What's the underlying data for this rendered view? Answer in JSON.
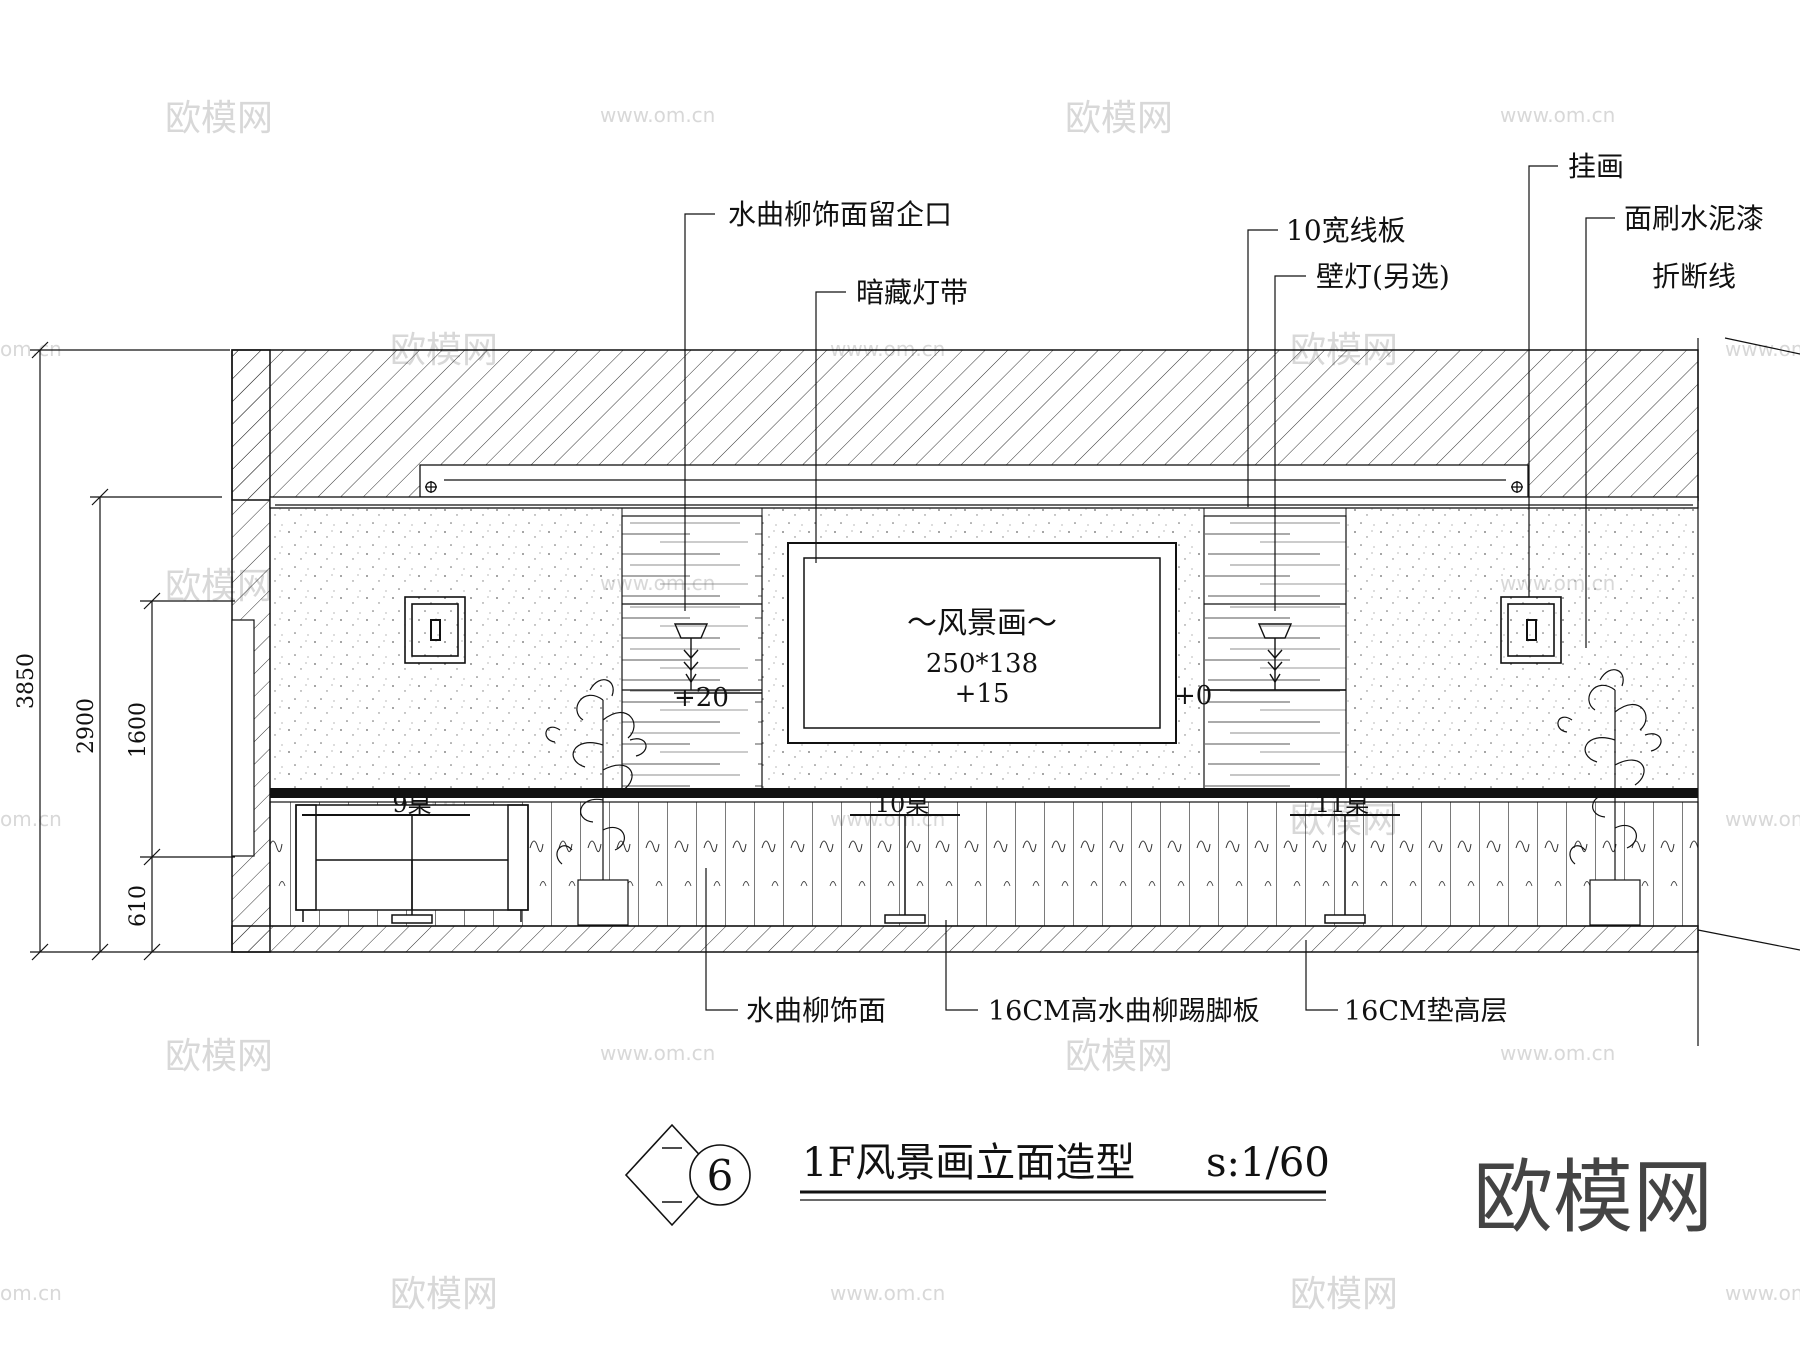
{
  "title": {
    "number": "6",
    "text": "1F风景画立面造型",
    "scale": "s:1/60"
  },
  "watermark": {
    "logo": "欧模网",
    "site": "www.om.cn",
    "site_short": "om.cn"
  },
  "labels_top": {
    "shuiqu_reveal": "水曲柳饰面留企口",
    "hidden_light": "暗藏灯带",
    "moulding": "10宽线板",
    "wall_lamp": "壁灯(另选)",
    "hanging_picture": "挂画",
    "cement_paint": "面刷水泥漆",
    "break_line": "折断线"
  },
  "labels_bottom": {
    "shuiqu_face": "水曲柳饰面",
    "skirting": "16CM高水曲柳踢脚板",
    "raised_layer": "16CM垫高层"
  },
  "painting": {
    "title": "～风景画～",
    "size": "250*138",
    "level": "+15"
  },
  "levels": {
    "left": "+20",
    "right": "+0"
  },
  "tables": [
    "9桌",
    "10桌",
    "11桌"
  ],
  "dimensions": [
    "3850",
    "2900",
    "1600",
    "610"
  ],
  "colors": {
    "line": "#111111",
    "watermark": "#d8d8d8",
    "background": "#ffffff"
  }
}
